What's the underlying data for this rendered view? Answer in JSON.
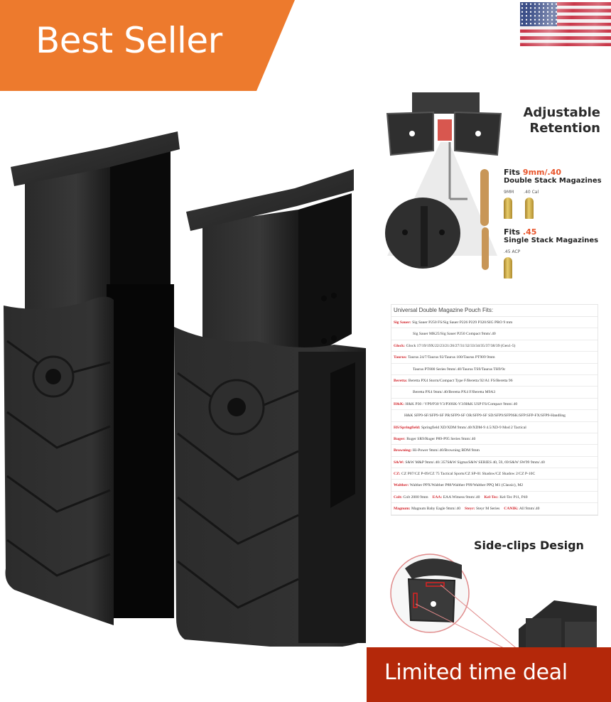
{
  "badges": {
    "best_seller": "Best Seller",
    "limited_deal": "Limited time deal",
    "best_seller_color": "#ed7a2d",
    "deal_color": "#b4280a"
  },
  "flag": {
    "icon": "us-flag-icon"
  },
  "product": {
    "image": "double-magazine-pouch-black"
  },
  "retention": {
    "title_line1": "Adjustable",
    "title_line2": "Retention"
  },
  "fits": [
    {
      "prefix": "Fits ",
      "accent": "9mm/.40",
      "subtitle": "Double Stack Magazines",
      "calibers": [
        "9MM",
        ".40 Cal"
      ]
    },
    {
      "prefix": "Fits ",
      "accent": ".45",
      "subtitle": "Single Stack Magazines",
      "calibers": [
        ".45 ACP"
      ]
    }
  ],
  "compat": {
    "title": "Universal Double Magazine Pouch Fits:",
    "rows": [
      {
        "brand": "Sig Sauer:",
        "text": "Sig Sauer P250 FS/Sig Sauer P226 P229 P320/SIG PRO 9 mm"
      },
      {
        "brand": "",
        "text": "Sig Sauer MK25/Sig Sauer P250 Compact 9mm/.40",
        "indent": true
      },
      {
        "brand": "Glock:",
        "text": "Glock 17/19/19X/22/23/21/26/27/31/32/33/34/35/37/38/39 (Gen1-5)"
      },
      {
        "brand": "Taurus:",
        "text": "Taurus 24/7/Taurus 92/Taurus 100/Taurus PT909 9mm"
      },
      {
        "brand": "",
        "text": "Taurus PT800 Series 9mm/.40/Taurus TS9/Taurus TH9/9c",
        "indent": true
      },
      {
        "brand": "Beretta:",
        "text": "Beretta PX4 Storm/Compact Type F/Beretta 92/A1 FS/Beretta 96"
      },
      {
        "brand": "",
        "text": "Beretta PX4 9mm/.40/Beretta PX4 F/Beretta M9A3",
        "indent": true
      },
      {
        "brand": "H&K:",
        "text": "H&K P30 / VP9/P30 V3/P30SK-V3/H&K USP FS/Compact 9mm/.40"
      },
      {
        "brand": "",
        "text": "H&K SFP9-SF/SFP9-SF PR/SFP9-SF OR/SFP9-SF SD/SFP9/SFP9SK/SFP/SFP-FX/SFP9-Handling",
        "indent2": true
      },
      {
        "brand": "HS/Springfield:",
        "text": "Springfield XD/XDM 9mm/.40/XDM-9 4.5/XD-9 Mod 2 Tactical"
      },
      {
        "brand": "Ruger:",
        "text": "Ruger SR9/Ruger P89-P95 Series 9mm/.40"
      },
      {
        "brand": "Browning:",
        "text": "Hi-Power 9mm/.40/Browning BDM 9mm"
      },
      {
        "brand": "S&W:",
        "text": "S&W M&P 9mm/.40/.357S&W Sigma/S&W SERIES 40, 59, 69/S&W SW99 9mm/.40"
      },
      {
        "brand": "CZ:",
        "text": "CZ P07/CZ P-09/CZ 75 Tactical Sports/CZ SP-01 Shadow/CZ Shadow 2/CZ P-10C"
      },
      {
        "brand": "Walther:",
        "text": "Walther PPX/Walther P88/Walther P99/Walther PPQ M1 (Classic), M2"
      },
      {
        "brand": "Colt:",
        "text": "Colt 2000 9mm",
        "brand2": "EAA:",
        "text2": "EAA Witness 9mm/.40",
        "brand3": "Kel-Tec:",
        "text3": "Kel-Tec P11, P40"
      },
      {
        "brand": "Magnum:",
        "text": "Magnum Baby Eagle 9mm/.40",
        "brand2": "Steyr:",
        "text2": "Steyr M Series",
        "brand3": "CANIK:",
        "text3": "All 9mm/.40"
      }
    ]
  },
  "side_clips": {
    "title": "Side-clips Design"
  }
}
